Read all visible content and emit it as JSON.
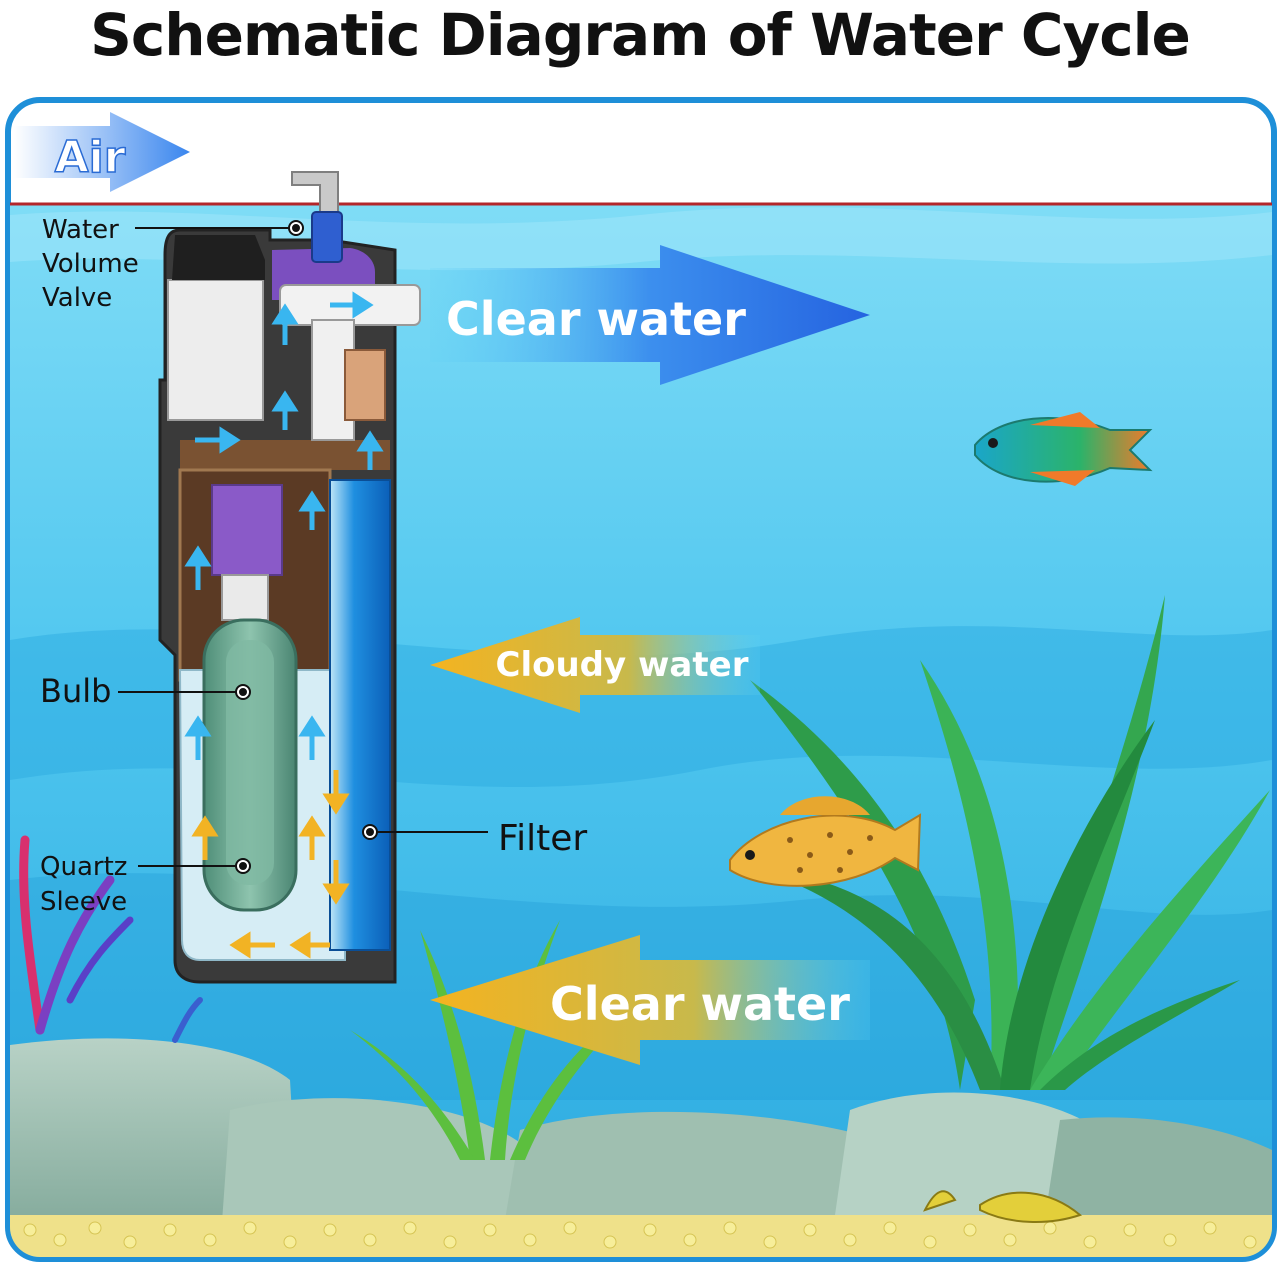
{
  "title": "Schematic Diagram of Water Cycle",
  "labels": {
    "air": "Air",
    "clear_water_top": "Clear water",
    "cloudy_water": "Cloudy water",
    "clear_water_bottom": "Clear water",
    "valve_line1": "Water",
    "valve_line2": "Volume",
    "valve_line3": "Valve",
    "bulb": "Bulb",
    "quartz_line1": "Quartz",
    "quartz_line2": "Sleeve",
    "filter": "Filter"
  },
  "colors": {
    "tank_border": "#1e8fd8",
    "water_light": "#5ed0f3",
    "water_mid": "#2fb4e6",
    "water_surface_line": "#b3262a",
    "arrow_blue": "#2f78e8",
    "arrow_yellow": "#f2b324",
    "plant_green": "#2aa84a",
    "gravel": "#f2e27a"
  },
  "icons": [
    "air-arrow-icon",
    "fish-rainbow-icon",
    "fish-spotted-icon",
    "fish-catfish-icon",
    "seaweed-icon",
    "coral-icon"
  ]
}
